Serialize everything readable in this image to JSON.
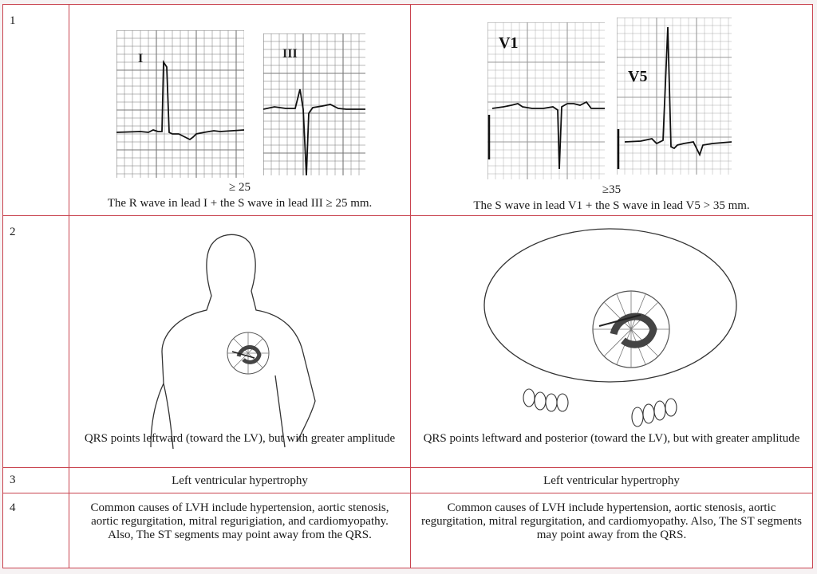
{
  "rows": [
    {
      "number": "1",
      "left": {
        "leads": [
          "I",
          "III"
        ],
        "threshold": "≥ 25",
        "caption": "The R wave in lead I + the S wave in lead III ≥ 25 mm."
      },
      "right": {
        "leads": [
          "V1",
          "V5"
        ],
        "threshold": "≥35",
        "caption": "The S wave in lead V1 + the S wave in lead V5 > 35 mm."
      }
    },
    {
      "number": "2",
      "left": {
        "caption": "QRS points leftward (toward the LV), but with greater amplitude"
      },
      "right": {
        "caption": "QRS points leftward and posterior (toward the LV), but with greater amplitude"
      }
    },
    {
      "number": "3",
      "left": {
        "text": "Left ventricular hypertrophy"
      },
      "right": {
        "text": "Left ventricular hypertrophy"
      }
    },
    {
      "number": "4",
      "left": {
        "text": "Common causes of LVH include hypertension, aortic stenosis, aortic regurgitation, mitral regurigiation, and cardiomyopathy. Also, The ST segments may point away from the QRS."
      },
      "right": {
        "text": "Common causes of LVH include hypertension, aortic stenosis, aortic regurgitation, mitral regurgitation, and cardiomyopathy. Also, The ST segments may point away from the QRS."
      }
    }
  ],
  "colors": {
    "border": "#c9434f",
    "grid": "#555555",
    "trace": "#111111"
  }
}
